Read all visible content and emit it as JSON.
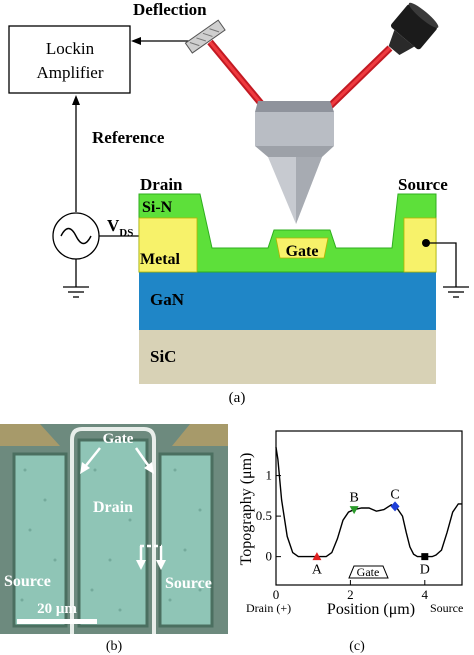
{
  "panel_a": {
    "labels": {
      "deflection": "Deflection",
      "lockin_line1": "Lockin",
      "lockin_line2": "Amplifier",
      "reference": "Reference",
      "drain": "Drain",
      "source": "Source",
      "sin": "Si-N",
      "vds_main": "V",
      "vds_sub": "DS",
      "metal": "Metal",
      "gate": "Gate",
      "gan": "GaN",
      "sic": "SiC"
    },
    "caption": "(a)",
    "colors": {
      "laser": "#e0202a",
      "sin": "#5de03a",
      "metal": "#f7f26a",
      "gan": "#1f86c7",
      "sic": "#d8d2b6"
    }
  },
  "panel_b": {
    "labels": {
      "gate": "Gate",
      "drain": "Drain",
      "source_left": "Source",
      "source_right": "Source",
      "scale": "20 μm"
    },
    "caption": "(b)"
  },
  "panel_c": {
    "caption": "(c)",
    "gate_label": "Gate",
    "drain_label": "Drain (+)",
    "source_label": "Source",
    "chart_data": {
      "type": "line",
      "xlabel": "Position (μm)",
      "ylabel": "Topography (μm)",
      "xlim": [
        0,
        5
      ],
      "ylim": [
        -0.35,
        1.55
      ],
      "xticks": [
        "0",
        "2",
        "4"
      ],
      "yticks": [
        "0",
        "0.5",
        "1"
      ],
      "x": [
        0.0,
        0.05,
        0.15,
        0.3,
        0.45,
        0.6,
        0.75,
        0.9,
        1.0,
        1.1,
        1.2,
        1.35,
        1.5,
        1.65,
        1.8,
        1.95,
        2.1,
        2.3,
        2.5,
        2.7,
        2.9,
        3.1,
        3.25,
        3.4,
        3.5,
        3.6,
        3.7,
        3.8,
        3.9,
        4.0,
        4.1,
        4.2,
        4.3,
        4.45,
        4.6,
        4.75,
        4.9,
        5.0
      ],
      "y": [
        1.35,
        1.2,
        0.7,
        0.25,
        0.05,
        0.0,
        0.0,
        0.0,
        0.0,
        0.0,
        0.0,
        0.0,
        0.05,
        0.22,
        0.45,
        0.55,
        0.58,
        0.6,
        0.6,
        0.56,
        0.58,
        0.64,
        0.6,
        0.5,
        0.3,
        0.12,
        0.03,
        0.0,
        0.0,
        0.0,
        0.0,
        0.0,
        0.02,
        0.08,
        0.3,
        0.55,
        0.65,
        0.65
      ],
      "markers": [
        {
          "label": "A",
          "x": 1.1,
          "y": 0.0,
          "color": "#e02020",
          "shape": "triangle-up"
        },
        {
          "label": "B",
          "x": 2.1,
          "y": 0.58,
          "color": "#2a9a2a",
          "shape": "triangle-down"
        },
        {
          "label": "C",
          "x": 3.2,
          "y": 0.62,
          "color": "#1e3fd8",
          "shape": "diamond"
        },
        {
          "label": "D",
          "x": 4.0,
          "y": 0.0,
          "color": "#000000",
          "shape": "square"
        }
      ]
    }
  }
}
